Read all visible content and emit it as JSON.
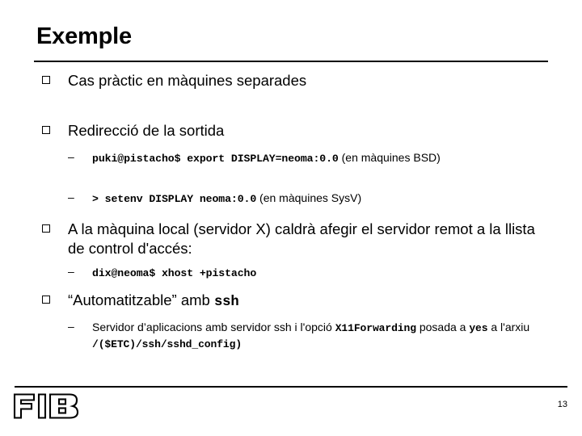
{
  "slide": {
    "title": "Exemple",
    "page_number": "13",
    "logo_text": "FIB",
    "bullets": [
      {
        "level": 1,
        "marker": "square",
        "text": "Cas pràctic en màquines separades"
      },
      {
        "level": 1,
        "marker": "square",
        "text": "Redirecció de la sortida"
      },
      {
        "level": 2,
        "marker": "dash",
        "code": "puki@pistacho$ export DISPLAY=neoma:0.0",
        "text": " (en màquines BSD)"
      },
      {
        "level": 2,
        "marker": "dash",
        "code": "> setenv DISPLAY neoma:0.0",
        "text": " (en màquines SysV)"
      },
      {
        "level": 1,
        "marker": "square",
        "text": "A la màquina local (servidor X) caldrà afegir el servidor remot a la llista de control d'accés:"
      },
      {
        "level": 2,
        "marker": "dash",
        "code": "dix@neoma$ xhost +pistacho",
        "text": ""
      },
      {
        "level": 1,
        "marker": "square",
        "text_before": "“Automatitzable” amb ",
        "code": "ssh",
        "text_after": ""
      },
      {
        "level": 2,
        "marker": "dash",
        "seg1": "Servidor d’aplicacions amb servidor ssh i l'opció ",
        "code1": "X11Forwarding",
        "seg2": " posada a ",
        "code2": "yes",
        "seg3": " a l'arxiu ",
        "code3": "/($ETC)/ssh/sshd_config)"
      }
    ],
    "markers": {
      "square": "□",
      "dash": "–"
    }
  }
}
